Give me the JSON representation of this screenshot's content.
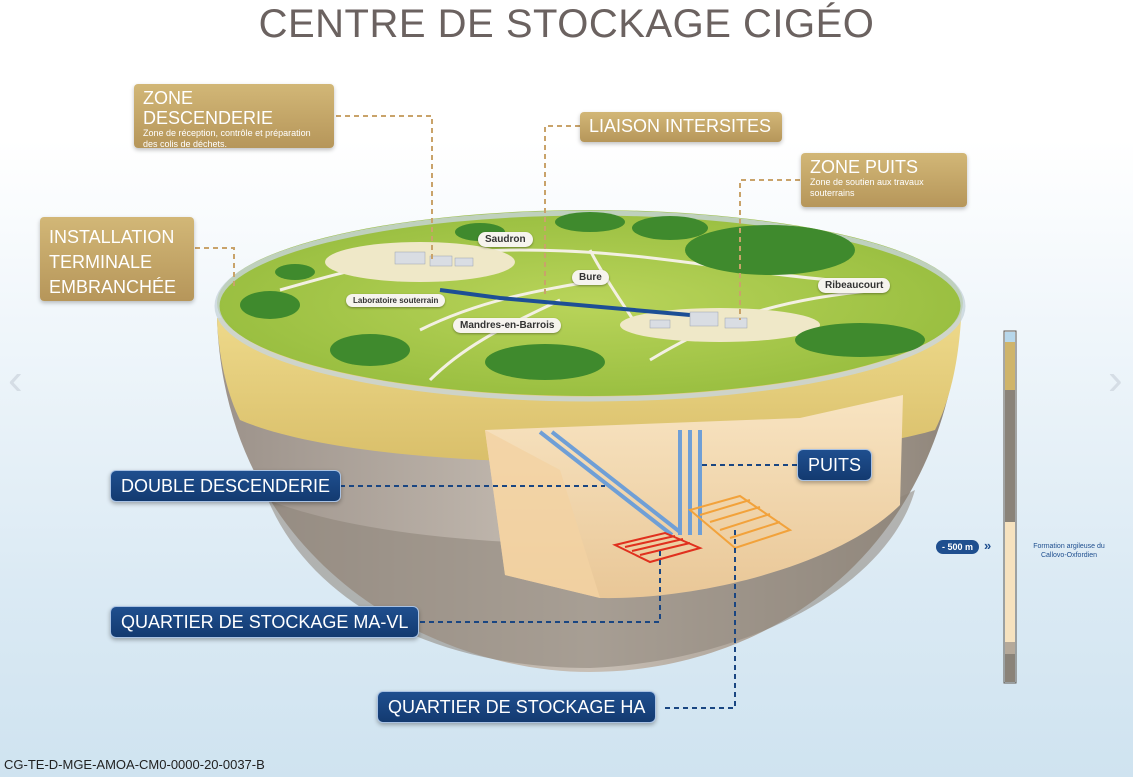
{
  "title": "CENTRE DE STOCKAGE CIGÉO",
  "reference": "CG-TE-D-MGE-AMOA-CM0-0000-20-0037-B",
  "colors": {
    "gold_label": "#c4a568",
    "blue_label": "#1a4682",
    "grass": "#a7c84a",
    "clay": "#f2d7ad"
  },
  "gold_labels": {
    "zone_descenderie": {
      "title": "ZONE DESCENDERIE",
      "subtitle": "Zone de réception, contrôle et préparation des colis de déchets."
    },
    "liaison_intersites": {
      "title": "LIAISON INTERSITES"
    },
    "zone_puits": {
      "title": "ZONE PUITS",
      "subtitle": "Zone de soutien aux travaux souterrains"
    },
    "installation": {
      "line1": "INSTALLATION",
      "line2": "TERMINALE",
      "line3": "EMBRANCHÉE"
    }
  },
  "blue_labels": {
    "double_descenderie": "DOUBLE DESCENDERIE",
    "puits": "PUITS",
    "quartier_ma_vl": "QUARTIER DE STOCKAGE MA-VL",
    "quartier_ha": "QUARTIER DE STOCKAGE HA"
  },
  "places": {
    "saudron": "Saudron",
    "bure": "Bure",
    "ribeaucourt": "Ribeaucourt",
    "laboratoire": "Laboratoire souterrain",
    "mandres": "Mandres-en-Barrois"
  },
  "depth_scale": {
    "depth_label": "- 500 m",
    "chevrons": "»",
    "formation": "Formation argileuse du Callovo-Oxfordien"
  },
  "nav": {
    "prev": "‹",
    "next": "›"
  }
}
